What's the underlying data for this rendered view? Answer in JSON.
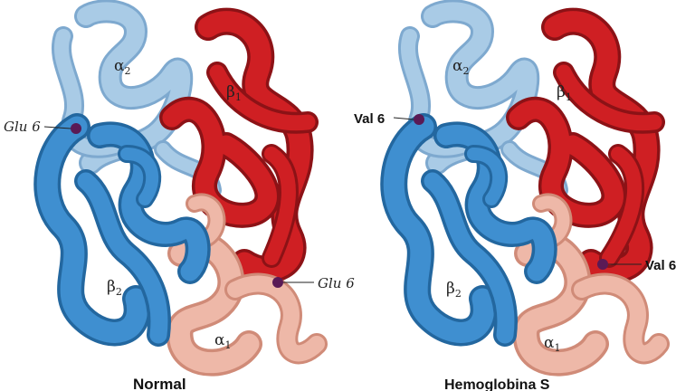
{
  "colors": {
    "alpha_light": "#a9cbe6",
    "alpha_light_edge": "#7ea9cf",
    "beta_blue": "#3f8fd0",
    "beta_blue_edge": "#23679f",
    "beta_red": "#cf1f23",
    "beta_red_edge": "#8c1216",
    "alpha_pink": "#eeb8a8",
    "alpha_pink_edge": "#d08b78",
    "marker": "#5a1a55"
  },
  "panels": [
    {
      "caption": "Normal",
      "labels": {
        "alpha2": "α",
        "alpha2_sub": "2",
        "beta1": "β",
        "beta1_sub": "1",
        "beta2": "β",
        "beta2_sub": "2",
        "alpha1": "α",
        "alpha1_sub": "1"
      },
      "residue_top": "Glu 6",
      "residue_bottom": "Glu 6"
    },
    {
      "caption": "Hemoglobina S",
      "labels": {
        "alpha2": "α",
        "alpha2_sub": "2",
        "beta1": "β",
        "beta1_sub": "1",
        "beta2": "β",
        "beta2_sub": "2",
        "alpha1": "α",
        "alpha1_sub": "1"
      },
      "residue_top": "Val 6",
      "residue_bottom": "Val 6"
    }
  ]
}
